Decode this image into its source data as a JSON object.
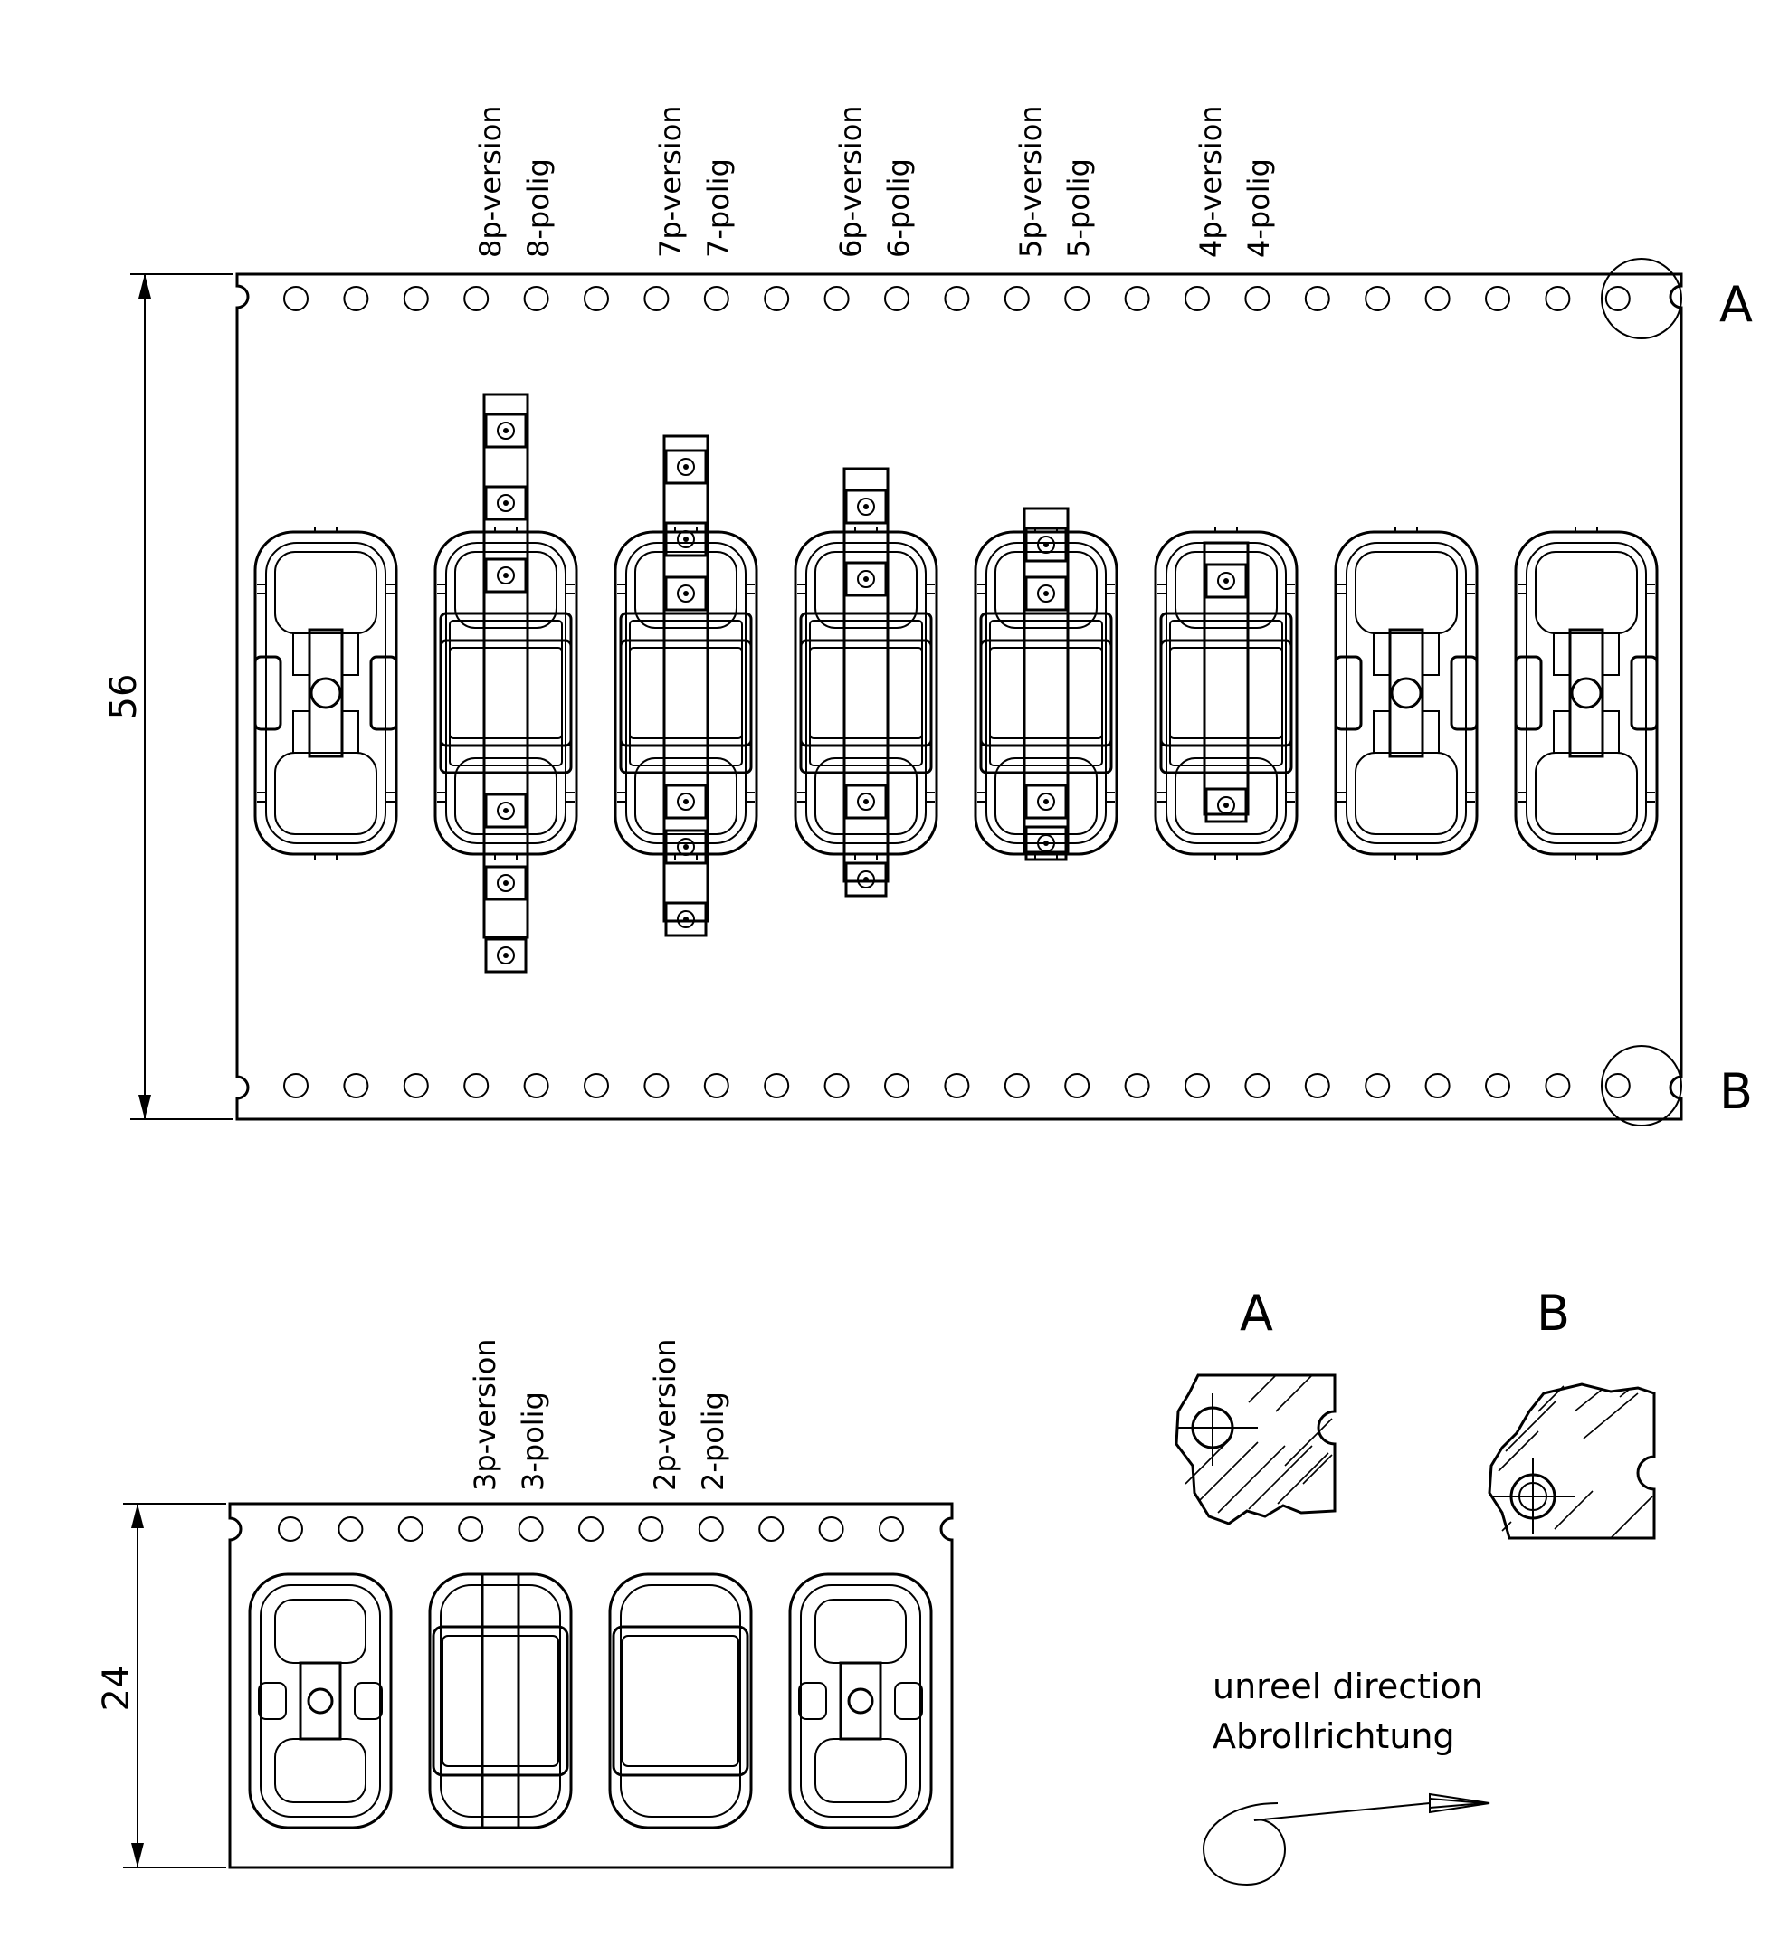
{
  "top_tape": {
    "dimension": "56",
    "labels": [
      {
        "line1": "8p-version",
        "line2": "8-polig"
      },
      {
        "line1": "7p-version",
        "line2": "7-polig"
      },
      {
        "line1": "6p-version",
        "line2": "6-polig"
      },
      {
        "line1": "5p-version",
        "line2": "5-polig"
      },
      {
        "line1": "4p-version",
        "line2": "4-polig"
      }
    ],
    "detail_a": "A",
    "detail_b": "B"
  },
  "bottom_tape": {
    "dimension": "24",
    "labels": [
      {
        "line1": "3p-version",
        "line2": "3-polig"
      },
      {
        "line1": "2p-version",
        "line2": "2-polig"
      }
    ]
  },
  "details": {
    "a_title": "A",
    "b_title": "B"
  },
  "unreel": {
    "line1": "unreel direction",
    "line2": "Abrollrichtung"
  }
}
